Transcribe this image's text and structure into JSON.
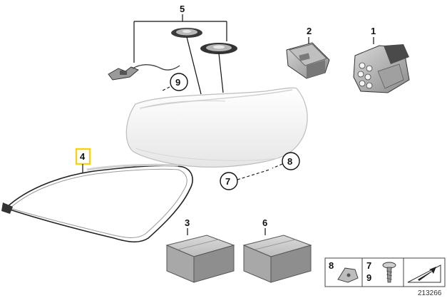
{
  "diagram": {
    "callouts": {
      "p1": "1",
      "p2": "2",
      "p3": "3",
      "p4": "4",
      "p5": "5",
      "p6": "6",
      "p7": "7",
      "p8": "8",
      "p9": "9"
    },
    "legend": {
      "left_num": "8",
      "mid_num_top": "7",
      "mid_num_bottom": "9"
    },
    "reference_number": "213266",
    "colors": {
      "highlight_box": "#f2d21a",
      "line": "#111111",
      "part_fill": "#e8e8e8",
      "box_fill": "#c9c9c9"
    }
  }
}
